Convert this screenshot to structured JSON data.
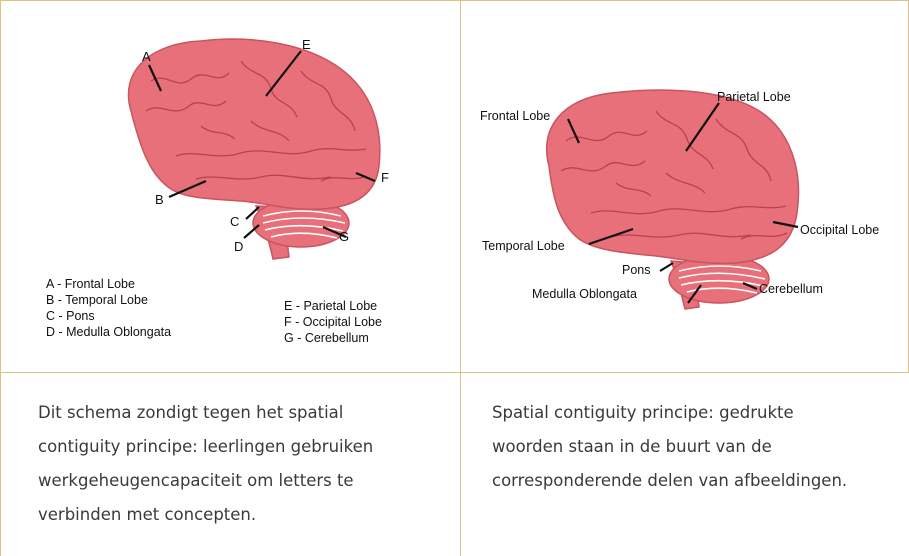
{
  "left_diagram": {
    "letters": {
      "a": "A",
      "b": "B",
      "c": "C",
      "d": "D",
      "e": "E",
      "f": "F",
      "g": "G"
    },
    "legend_left": [
      "A - Frontal Lobe",
      "B - Temporal Lobe",
      "C - Pons",
      "D - Medulla Oblongata"
    ],
    "legend_right": [
      "E - Parietal Lobe",
      "F - Occipital Lobe",
      "G - Cerebellum"
    ]
  },
  "right_diagram": {
    "labels": {
      "frontal": "Frontal Lobe",
      "parietal": "Parietal Lobe",
      "occipital": "Occipital Lobe",
      "temporal": "Temporal Lobe",
      "pons": "Pons",
      "medulla": "Medulla Oblongata",
      "cerebellum": "Cerebellum"
    }
  },
  "captions": {
    "left": [
      "Dit schema zondigt tegen het spatial",
      "contiguity principe: leerlingen gebruiken",
      "werkgeheugencapaciteit om letters te",
      "verbinden met concepten."
    ],
    "right": [
      "Spatial contiguity principe: gedrukte",
      "woorden staan in de buurt van de",
      "corresponderende delen van afbeeldingen."
    ]
  },
  "colors": {
    "brain": "#e7707a",
    "brain_edge": "#c9555f",
    "border": "#d9c38a"
  }
}
